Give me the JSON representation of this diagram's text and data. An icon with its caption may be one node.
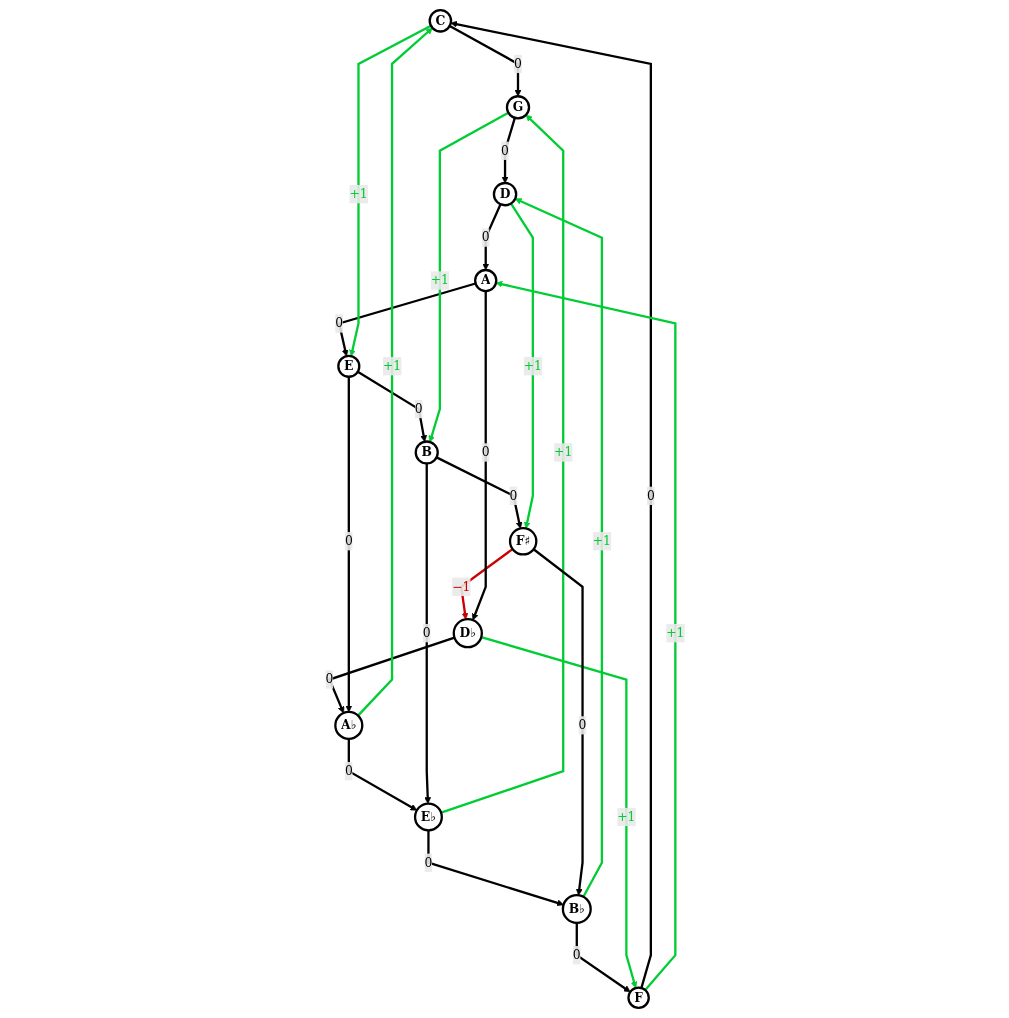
{
  "diagram": {
    "nodes": [
      {
        "text": [
          "C"
        ]
      },
      {
        "text": [
          "F"
        ]
      },
      {
        "text": [
          "G"
        ]
      },
      {
        "text": [
          "B♭"
        ]
      },
      {
        "text": [
          "D"
        ]
      },
      {
        "text": [
          "E♭"
        ]
      },
      {
        "text": [
          "A"
        ]
      },
      {
        "text": [
          "A♭"
        ]
      },
      {
        "text": [
          "E"
        ]
      },
      {
        "text": [
          "D♭"
        ]
      },
      {
        "text": [
          "B"
        ]
      },
      {
        "text": [
          "F♯"
        ]
      }
    ],
    "edges": [
      {
        "from": 1,
        "to": 0,
        "arrow": "to",
        "label": "0"
      },
      {
        "from": 0,
        "to": 2,
        "arrow": "to",
        "label": "0"
      },
      {
        "from": 2,
        "to": 4,
        "arrow": "to",
        "label": "0"
      },
      {
        "from": 4,
        "to": 6,
        "arrow": "to",
        "label": "0"
      },
      {
        "from": 6,
        "to": 8,
        "arrow": "to",
        "label": "0"
      },
      {
        "from": 8,
        "to": 10,
        "arrow": "to",
        "label": "0"
      },
      {
        "from": 10,
        "to": 11,
        "arrow": "to",
        "label": "0"
      },
      {
        "from": 11,
        "to": 9,
        "arrow": "to",
        "label": "−1",
        "color": "#cc0000"
      },
      {
        "from": 9,
        "to": 7,
        "arrow": "to",
        "label": "0"
      },
      {
        "from": 7,
        "to": 5,
        "arrow": "to",
        "label": "0"
      },
      {
        "from": 5,
        "to": 3,
        "arrow": "to",
        "label": "0"
      },
      {
        "from": 3,
        "to": 1,
        "arrow": "to",
        "label": "0"
      },
      {
        "from": 0,
        "to": 8,
        "arrow": "to",
        "label": "+1",
        "color": "#00cc33"
      },
      {
        "from": 1,
        "to": 6,
        "arrow": "to",
        "label": "+1",
        "color": "#00cc33"
      },
      {
        "from": 2,
        "to": 10,
        "arrow": "to",
        "label": "+1",
        "color": "#00cc33"
      },
      {
        "from": 3,
        "to": 4,
        "arrow": "to",
        "label": "+1",
        "color": "#00cc33"
      },
      {
        "from": 4,
        "to": 11,
        "arrow": "to",
        "label": "+1",
        "color": "#00cc33"
      },
      {
        "from": 5,
        "to": 2,
        "arrow": "to",
        "label": "+1",
        "color": "#00cc33"
      },
      {
        "from": 7,
        "to": 0,
        "arrow": "to",
        "label": "+1",
        "color": "#00cc33"
      },
      {
        "from": 9,
        "to": 1,
        "arrow": "to",
        "label": "+1",
        "color": "#00cc33"
      },
      {
        "from": 6,
        "to": 9,
        "arrow": "to",
        "label": "0"
      },
      {
        "from": 8,
        "to": 7,
        "arrow": "to",
        "label": "0"
      },
      {
        "from": 10,
        "to": 5,
        "arrow": "to",
        "label": "0"
      },
      {
        "from": 11,
        "to": 3,
        "arrow": "to",
        "label": "0"
      }
    ]
  }
}
